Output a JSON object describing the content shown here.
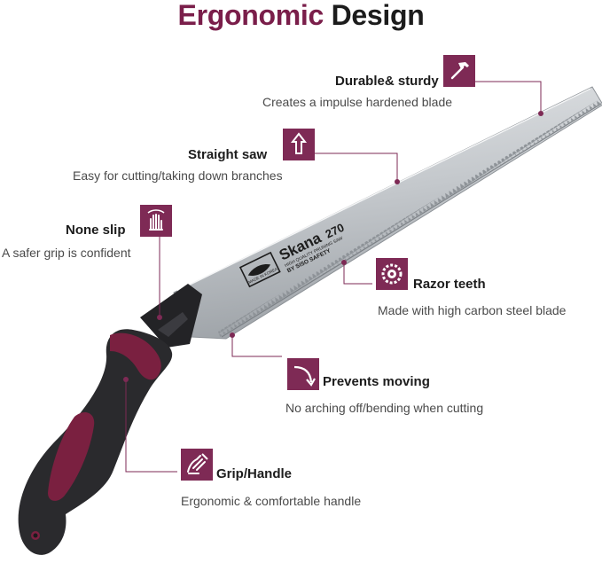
{
  "header": {
    "title_accent": "Ergonomic",
    "title_rest": "Design"
  },
  "colors": {
    "accent": "#7e2a55",
    "handle_dark": "#2a2a2d",
    "handle_accent": "#7a2040",
    "blade": "#c9ccd0"
  },
  "blade": {
    "brand": "Skana",
    "model": "270",
    "tagline": "HIGH QUALITY PRUNING SAW",
    "maker": "BY SISO SAFETY",
    "origin": "MADE IN KOREA"
  },
  "features": [
    {
      "id": "durable",
      "icon": "hammer-icon",
      "title": "Durable& sturdy",
      "description": "Creates a impulse hardened blade"
    },
    {
      "id": "straight",
      "icon": "arrow-up-icon",
      "title": "Straight saw",
      "description": "Easy for cutting/taking down branches"
    },
    {
      "id": "noneslip",
      "icon": "hand-icon",
      "title": "None slip",
      "description": "A safer grip is confident"
    },
    {
      "id": "razor",
      "icon": "saw-blade-icon",
      "title": "Razor teeth",
      "description": "Made with high carbon steel blade"
    },
    {
      "id": "prevents",
      "icon": "curved-arrow-icon",
      "title": "Prevents moving",
      "description": "No arching off/bending when cutting"
    },
    {
      "id": "grip",
      "icon": "grip-hand-icon",
      "title": "Grip/Handle",
      "description": "Ergonomic & comfortable handle"
    }
  ]
}
